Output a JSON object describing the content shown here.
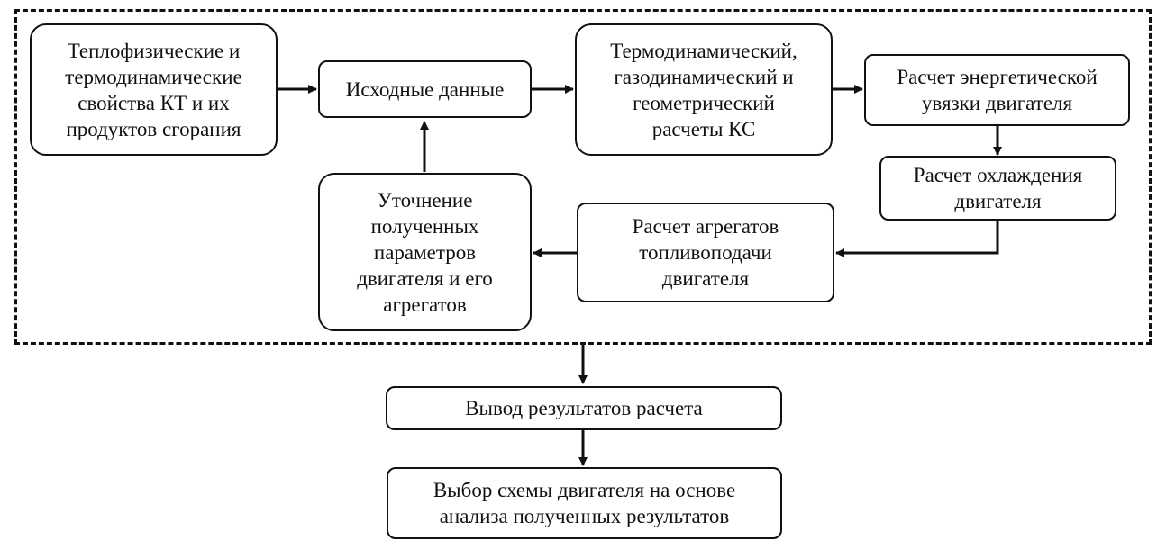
{
  "diagram": {
    "nodes": {
      "thermo_properties": "Теплофизические и\nтермодинамические\nсвойства КТ и их\nпродуктов сгорания",
      "input_data": "Исходные данные",
      "chamber_calcs": "Термодинамический,\nгазодинамический и\nгеометрический\nрасчеты КС",
      "energy_balance": "Расчет энергетической\nувязки двигателя",
      "cooling": "Расчет охлаждения\nдвигателя",
      "fuel_feed": "Расчет агрегатов\nтопливоподачи\nдвигателя",
      "refinement": "Уточнение\nполученных\nпараметров\nдвигателя и его\nагрегатов",
      "output": "Вывод результатов расчета",
      "scheme_choice": "Выбор схемы двигателя на основе\nанализа полученных результатов"
    },
    "edges": [
      [
        "thermo_properties",
        "input_data"
      ],
      [
        "input_data",
        "chamber_calcs"
      ],
      [
        "chamber_calcs",
        "energy_balance"
      ],
      [
        "energy_balance",
        "cooling"
      ],
      [
        "cooling",
        "fuel_feed"
      ],
      [
        "fuel_feed",
        "refinement"
      ],
      [
        "refinement",
        "input_data"
      ],
      [
        "frame",
        "output"
      ],
      [
        "output",
        "scheme_choice"
      ]
    ],
    "colors": {
      "stroke": "#111111",
      "fill": "#ffffff"
    }
  }
}
